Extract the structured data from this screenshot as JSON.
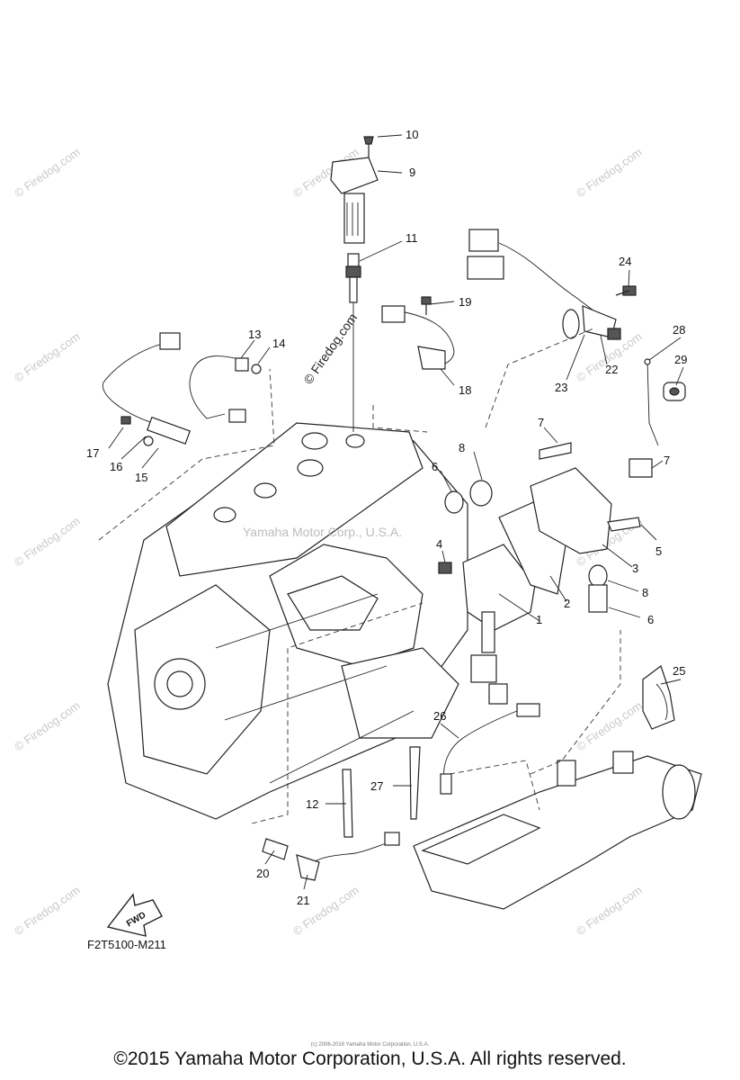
{
  "watermark_text": "© Firedog.com",
  "center_watermark": "Yamaha Motor Corp., U.S.A.",
  "callouts": [
    "1",
    "2",
    "3",
    "4",
    "5",
    "6",
    "6",
    "7",
    "7",
    "8",
    "8",
    "9",
    "10",
    "11",
    "12",
    "13",
    "14",
    "15",
    "16",
    "17",
    "18",
    "19",
    "20",
    "21",
    "22",
    "23",
    "24",
    "25",
    "26",
    "27",
    "28",
    "29"
  ],
  "fwd_label": "FWD",
  "diagram_code": "F2T5100-M211",
  "tiny_credit": "(c) 2006-2016 Yamaha Motor Corporation, U.S.A.",
  "copyright": "©2015 Yamaha Motor Corporation, U.S.A. All rights reserved."
}
